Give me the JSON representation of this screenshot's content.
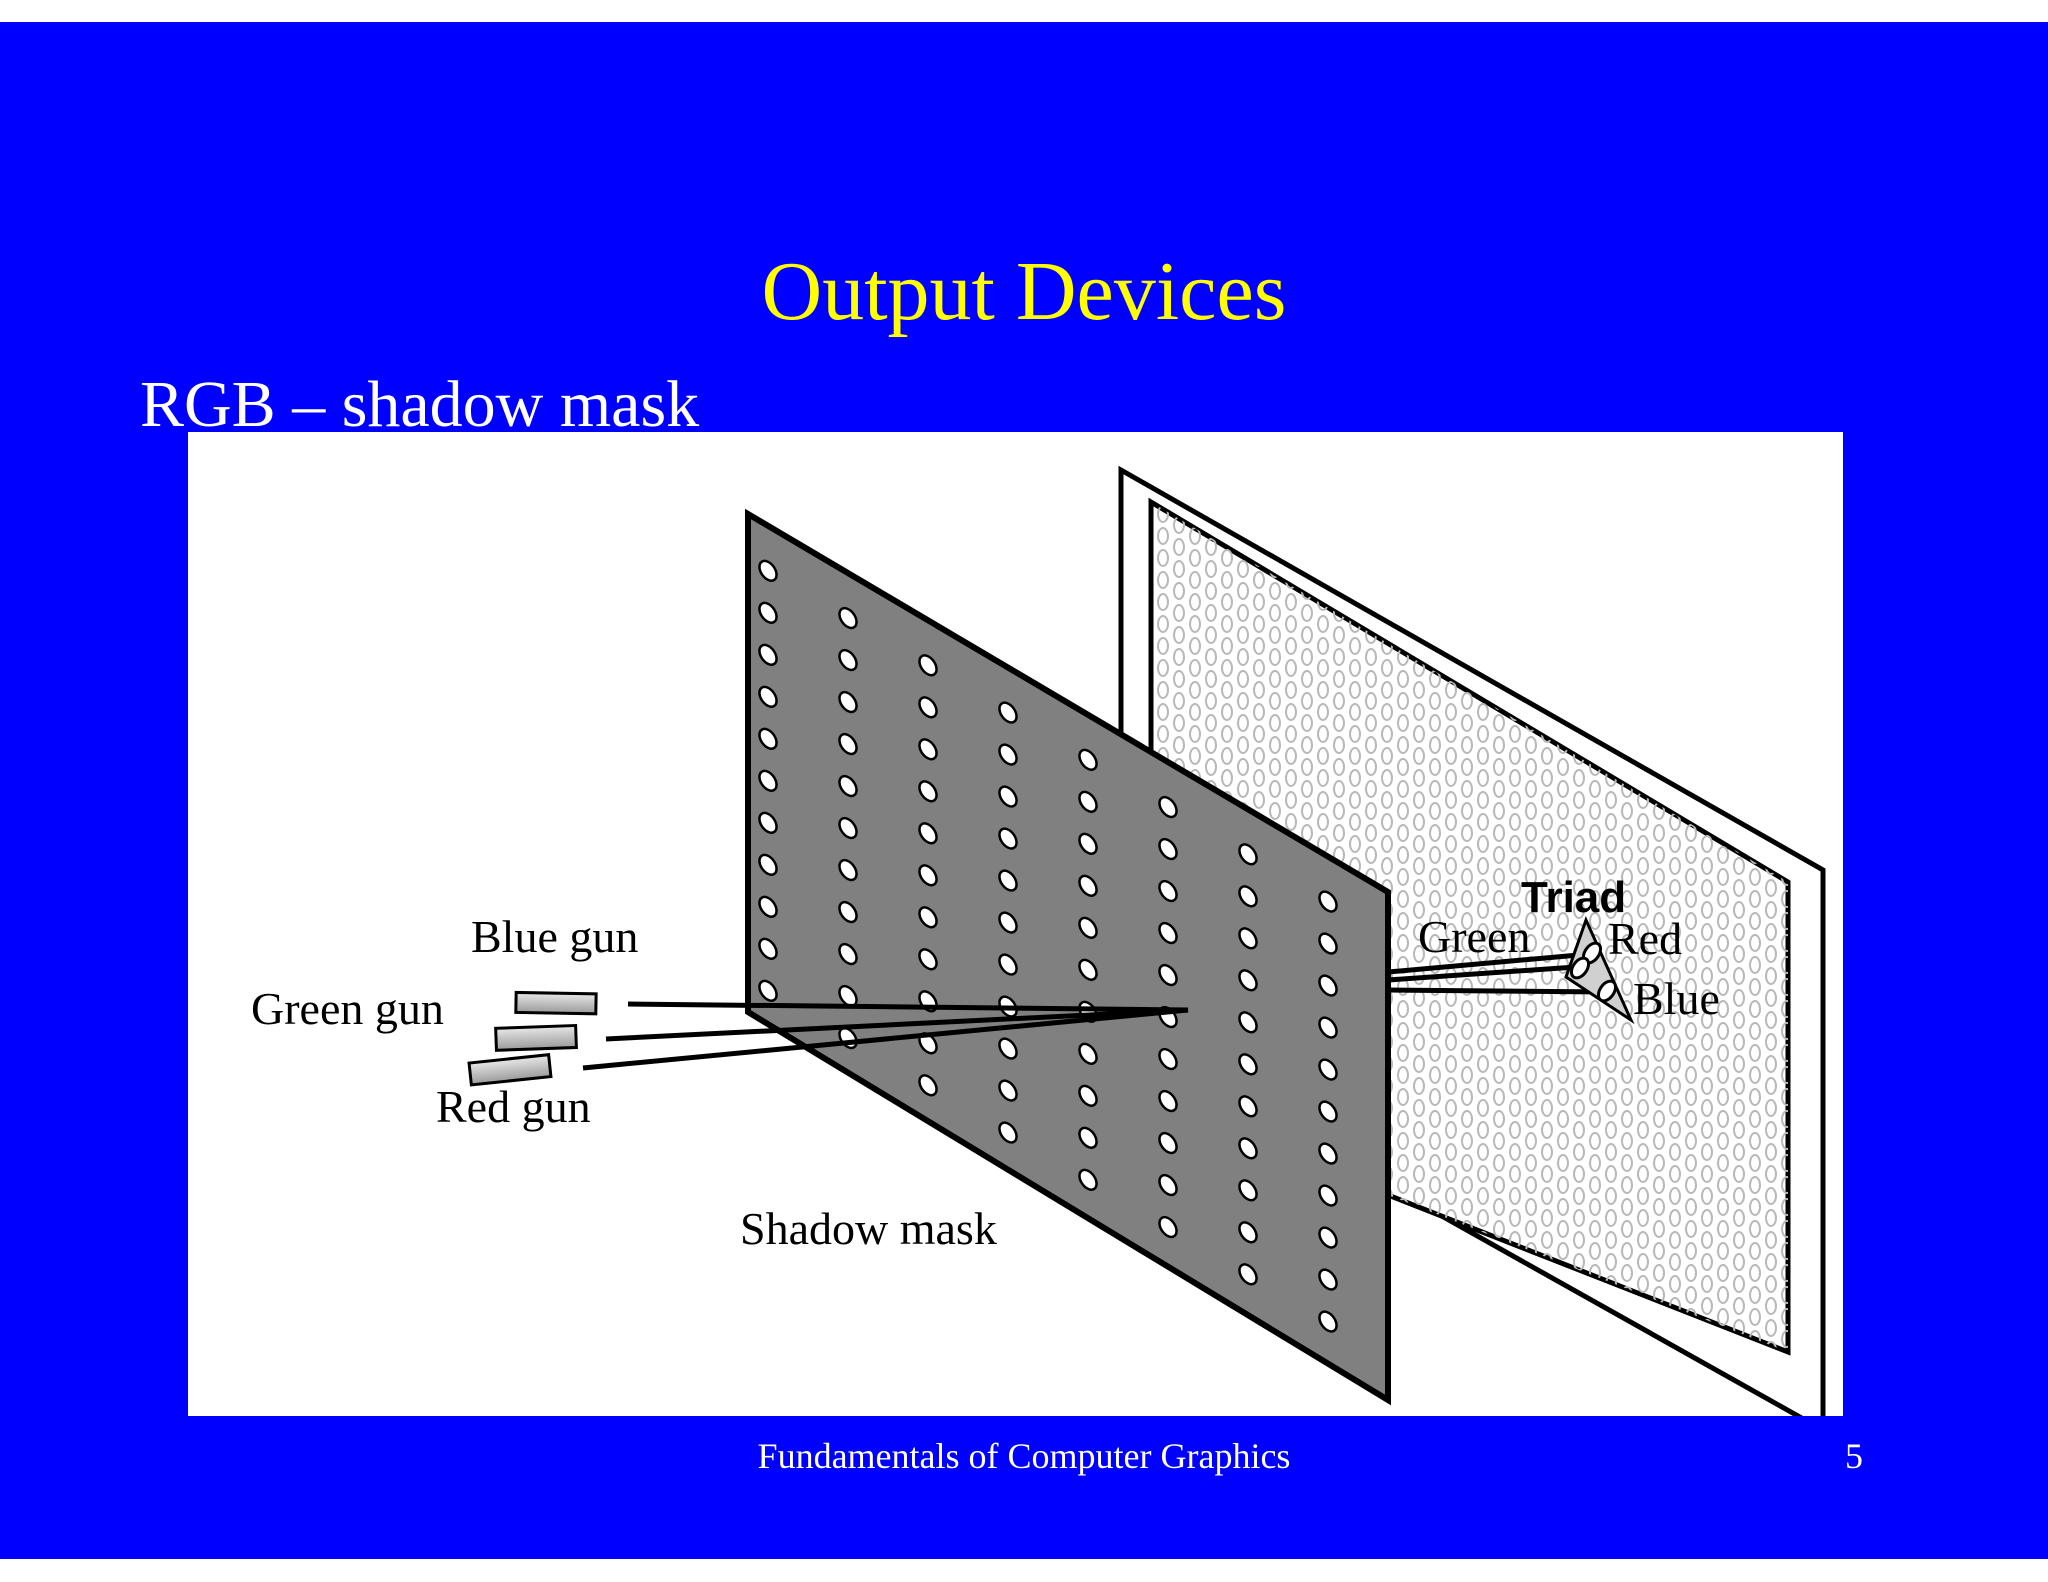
{
  "slide": {
    "title": "Output Devices",
    "subtitle": "RGB – shadow mask",
    "footer": "Fundamentals of Computer Graphics",
    "page_number": "5"
  },
  "diagram": {
    "labels": {
      "blue_gun": "Blue gun",
      "green_gun": "Green gun",
      "red_gun": "Red gun",
      "shadow_mask": "Shadow mask",
      "triad": "Triad",
      "triad_green": "Green",
      "triad_red": "Red",
      "triad_blue": "Blue"
    }
  },
  "colors": {
    "background": "#0000ff",
    "title": "#ffff00",
    "text": "#ffffff",
    "mask": "#808080"
  }
}
